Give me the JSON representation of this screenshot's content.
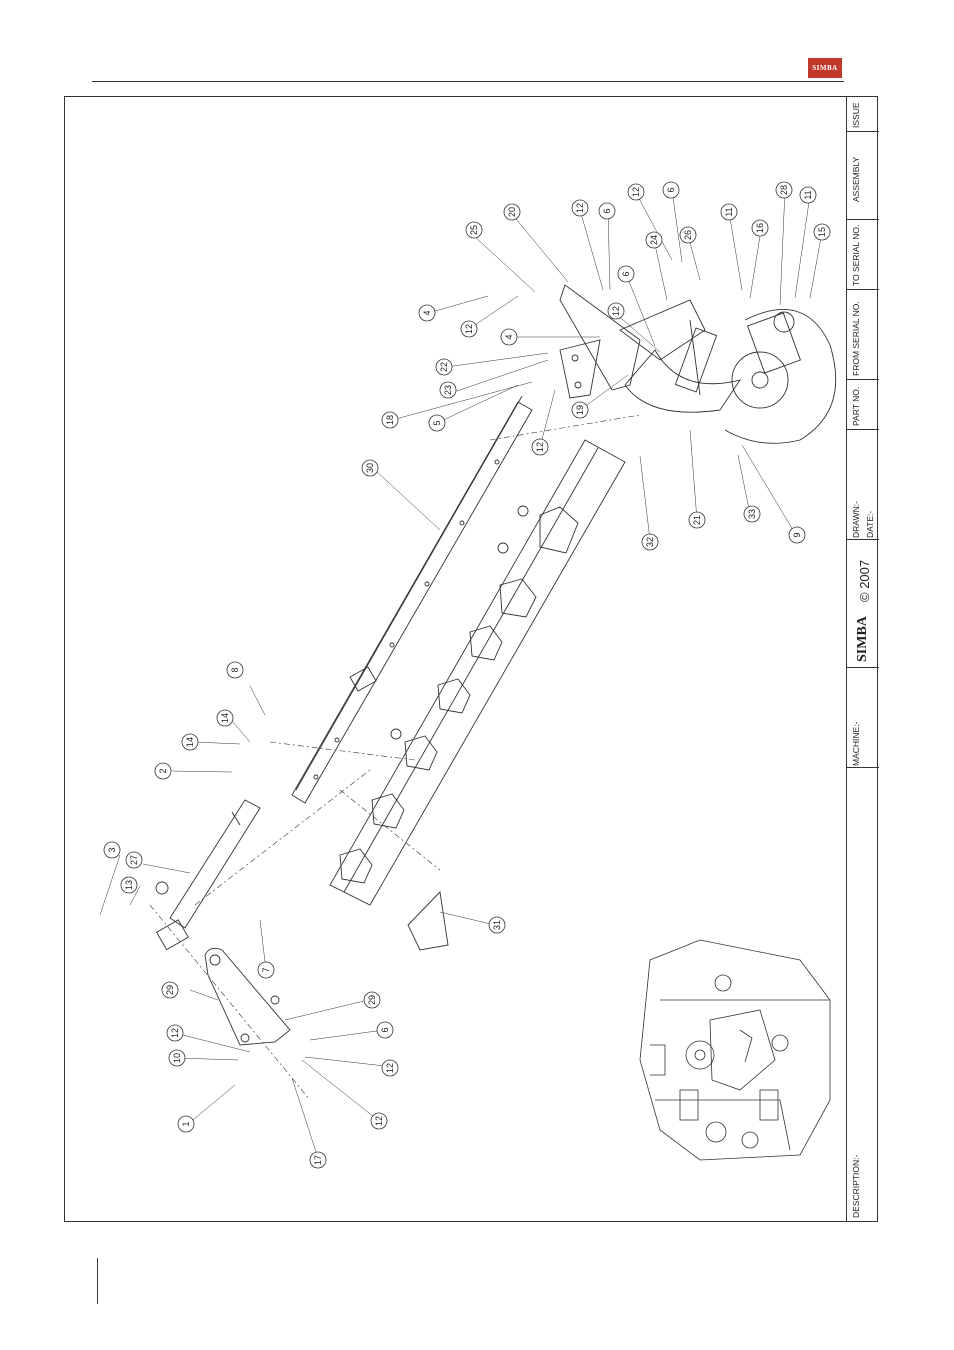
{
  "brand": {
    "logo_text": "SIMBA",
    "title_simba": "SIMBA",
    "copyright": "© 2007"
  },
  "title_block": {
    "issue": "ISSUE",
    "assembly": "ASSEMBLY",
    "to_serial": "TO SERIAL NO.",
    "from_serial": "FROM SERIAL NO.",
    "part_no": "PART NO.",
    "drawn": "DRAWN:-",
    "date": "DATE:-",
    "machine": "MACHINE:-",
    "description": "DESCRIPTION:-"
  },
  "callouts": [
    "1",
    "2",
    "3",
    "4",
    "4",
    "5",
    "6",
    "6",
    "6",
    "6",
    "7",
    "8",
    "9",
    "10",
    "11",
    "11",
    "12",
    "12",
    "12",
    "12",
    "12",
    "12",
    "12",
    "12",
    "13",
    "14",
    "14",
    "15",
    "16",
    "17",
    "18",
    "19",
    "20",
    "21",
    "22",
    "23",
    "24",
    "25",
    "26",
    "27",
    "28",
    "29",
    "29",
    "30",
    "31",
    "32",
    "33"
  ],
  "colors": {
    "line": "#333333",
    "logo": "#c0392b"
  }
}
